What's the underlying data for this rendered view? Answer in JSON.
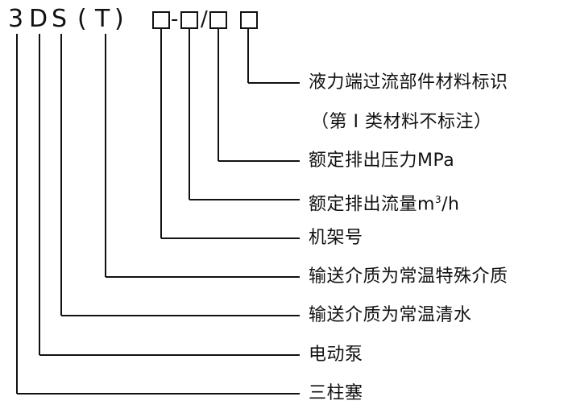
{
  "model_code": {
    "prefix": [
      "3",
      "D",
      "S"
    ],
    "paren_open": "(",
    "paren_letter": "T",
    "paren_close": ")",
    "dash": "-",
    "slash": "/"
  },
  "labels": {
    "wetted_material": "液力端过流部件材料标识",
    "wetted_material_note": "（第 I 类材料不标注）",
    "rated_pressure": "额定排出压力MPa",
    "rated_flow_main": "额定排出流量m",
    "rated_flow_sup": "3",
    "rated_flow_unit": "/h",
    "frame_no": "机架号",
    "special_temp_medium": "输送介质为常温特殊介质",
    "clean_water_medium": "输送介质为常温清水",
    "electric_pump": "电动泵",
    "triplex_plunger": "三柱塞"
  }
}
